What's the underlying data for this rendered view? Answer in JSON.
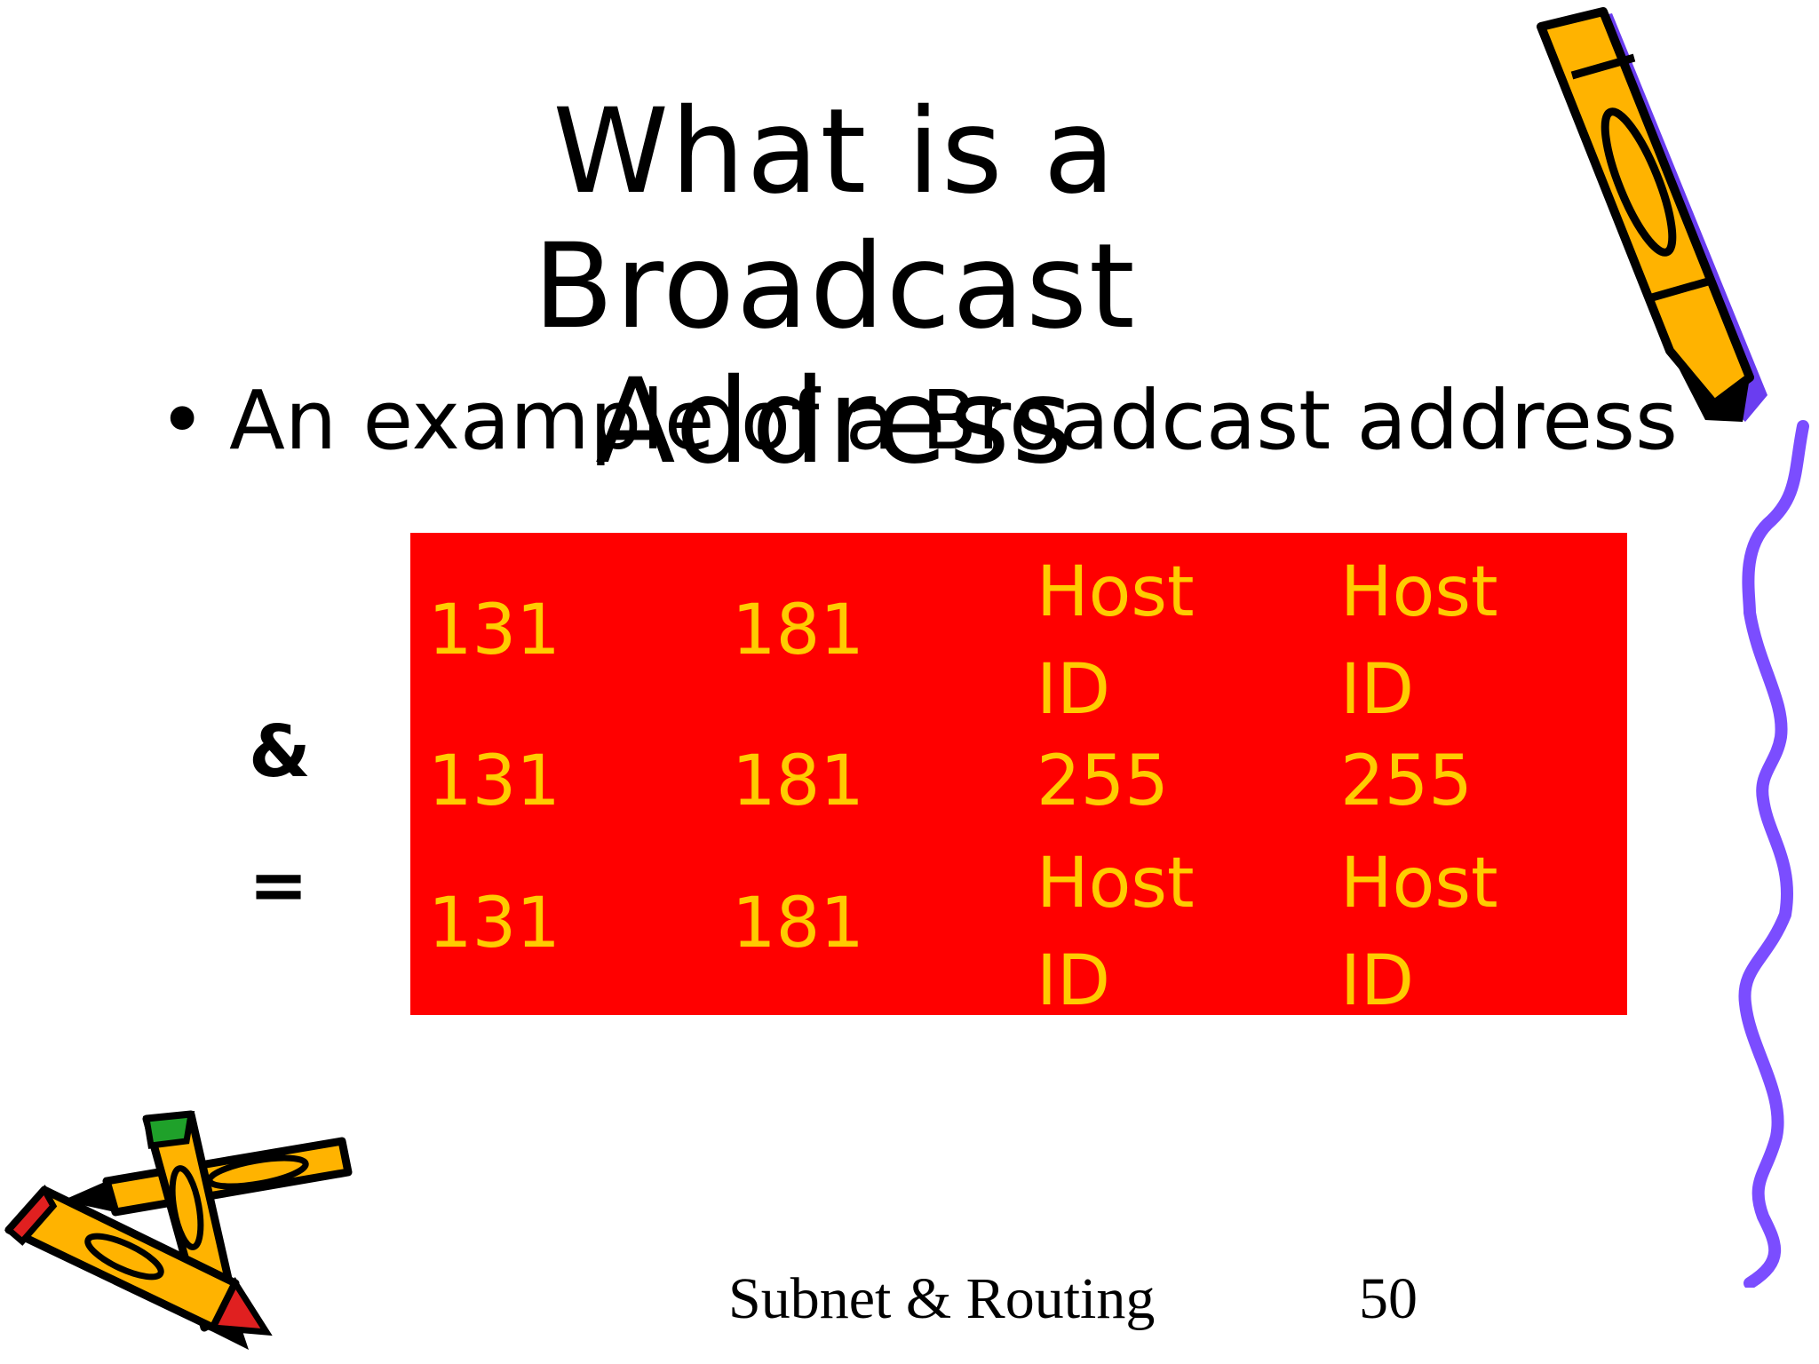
{
  "slide": {
    "title_line1": "What is a Broadcast",
    "title_line2": "Address",
    "bullet_symbol": "•",
    "bullet_text": "An example of a Broadcast address",
    "operators": {
      "and": "&",
      "equals": "="
    },
    "table": {
      "background": "#ff0000",
      "text_color": "#ffcc00",
      "rows": [
        [
          "131",
          "181",
          "Host\nID",
          "Host\nID"
        ],
        [
          "131",
          "181",
          "255",
          "255"
        ],
        [
          "131",
          "181",
          "Host\nID",
          "Host\nID"
        ]
      ]
    },
    "footer": {
      "text": "Subnet & Routing",
      "page_number": "50"
    },
    "decorations": [
      "pencil-icon",
      "crossed-pencils-icon",
      "squiggle-line-icon"
    ]
  }
}
